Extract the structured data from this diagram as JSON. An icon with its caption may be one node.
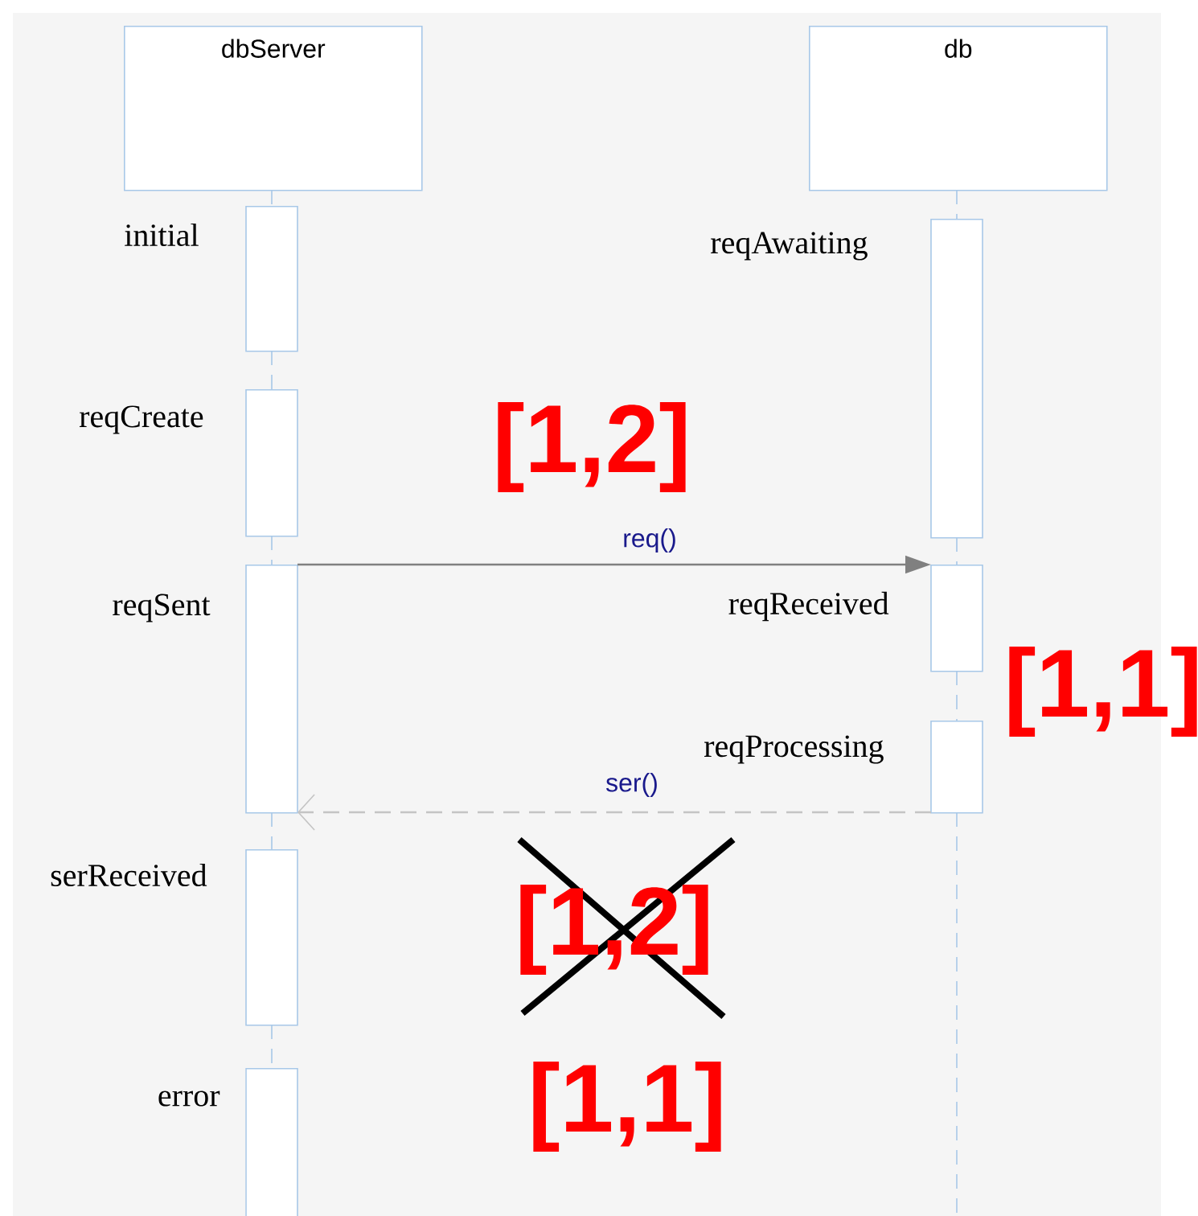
{
  "diagram": {
    "nodes": [
      {
        "text": [
          "dbServer"
        ]
      },
      {
        "text": [
          "db"
        ]
      },
      {
        "text": [],
        "shape": "bar",
        "beside": [
          "initial"
        ]
      },
      {
        "text": [],
        "shape": "bar",
        "beside": [
          "reqCreate"
        ]
      },
      {
        "text": [],
        "shape": "bar",
        "beside": [
          "reqSent"
        ]
      },
      {
        "text": [],
        "shape": "bar",
        "beside": [
          "serReceived"
        ]
      },
      {
        "text": [],
        "shape": "bar",
        "beside": [
          "error"
        ]
      },
      {
        "text": [],
        "shape": "bar",
        "beside": [
          "reqAwaiting"
        ]
      },
      {
        "text": [],
        "shape": "bar",
        "beside": [
          "reqReceived"
        ]
      },
      {
        "text": [],
        "shape": "bar",
        "beside": [
          "reqProcessing"
        ]
      }
    ],
    "edges": [
      {
        "from": 4,
        "to": 8,
        "arrow": "to",
        "label": "req()",
        "color": "#808080"
      },
      {
        "from": 9,
        "to": 4,
        "arrow": "to",
        "label": "ser()",
        "style": "dashed",
        "color": "#c4c4c4"
      },
      {
        "from": 0,
        "to": 2,
        "arrow": "none",
        "style": "dashed",
        "color": "#a8c8e8"
      },
      {
        "from": 2,
        "to": 3,
        "arrow": "none",
        "style": "dashed",
        "color": "#a8c8e8"
      },
      {
        "from": 3,
        "to": 4,
        "arrow": "none",
        "style": "dashed",
        "color": "#a8c8e8"
      },
      {
        "from": 4,
        "to": 5,
        "arrow": "none",
        "style": "dashed",
        "color": "#a8c8e8"
      },
      {
        "from": 5,
        "to": 6,
        "arrow": "none",
        "style": "dashed",
        "color": "#a8c8e8"
      },
      {
        "from": 1,
        "to": 7,
        "arrow": "none",
        "style": "dashed",
        "color": "#a8c8e8"
      },
      {
        "from": 7,
        "to": 8,
        "arrow": "none",
        "style": "dashed",
        "color": "#a8c8e8"
      },
      {
        "from": 8,
        "to": 9,
        "arrow": "none",
        "style": "dashed",
        "color": "#a8c8e8"
      },
      {
        "from": 9,
        "to": null,
        "arrow": "none",
        "style": "dashed",
        "color": "#a8c8e8"
      }
    ],
    "labels": [
      "[1,2]",
      "[1,1]",
      "[1,2]",
      "[1,1]"
    ]
  }
}
